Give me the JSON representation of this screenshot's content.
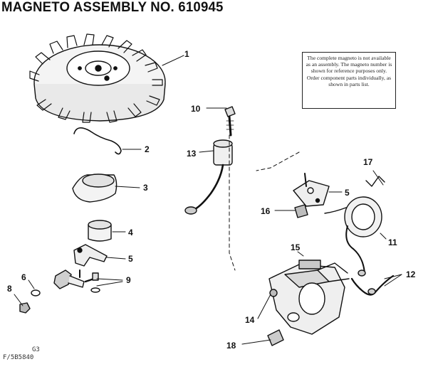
{
  "title": "MAGNETO ASSEMBLY NO. 610945",
  "note": "The complete magneto is not available as an assembly. The magneto number is shown for reference purposes only. Order component parts individually, as shown in parts list.",
  "codes": {
    "page_code": "G3",
    "form_code": "F/5B5840"
  },
  "part_callouts": {
    "p1": "1",
    "p2": "2",
    "p3": "3",
    "p4": "4",
    "p5a": "5",
    "p5b": "5",
    "p6": "6",
    "p8": "8",
    "p9": "9",
    "p10": "10",
    "p11": "11",
    "p12": "12",
    "p13": "13",
    "p14": "14",
    "p15": "15",
    "p16": "16",
    "p17": "17",
    "p18": "18"
  }
}
